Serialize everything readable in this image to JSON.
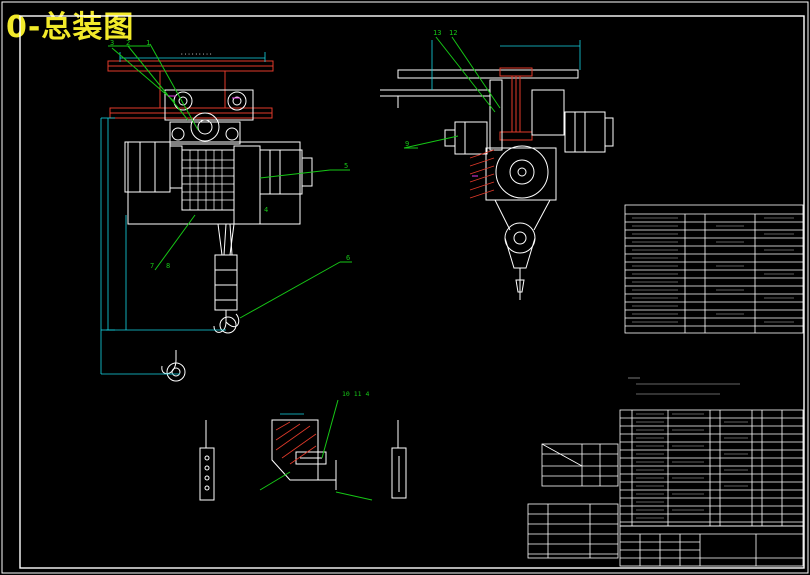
{
  "title": "0-总装图",
  "colors": {
    "background": "#000000",
    "main_line": "#ffffff",
    "leader_green": "#16c716",
    "dimension_cyan": "#14d7e6",
    "hatch_red": "#e23a2a",
    "accent_magenta": "#e63ce6",
    "title_yellow": "#f2ea2a"
  },
  "part_balloons": {
    "b3": "3",
    "b2": "2",
    "b1": "1",
    "b5": "5",
    "b7": "7",
    "b8": "8",
    "b4": "4",
    "b6": "6",
    "b13": "13",
    "b12": "12",
    "b9": "9",
    "b_detail": "10 11 4"
  }
}
